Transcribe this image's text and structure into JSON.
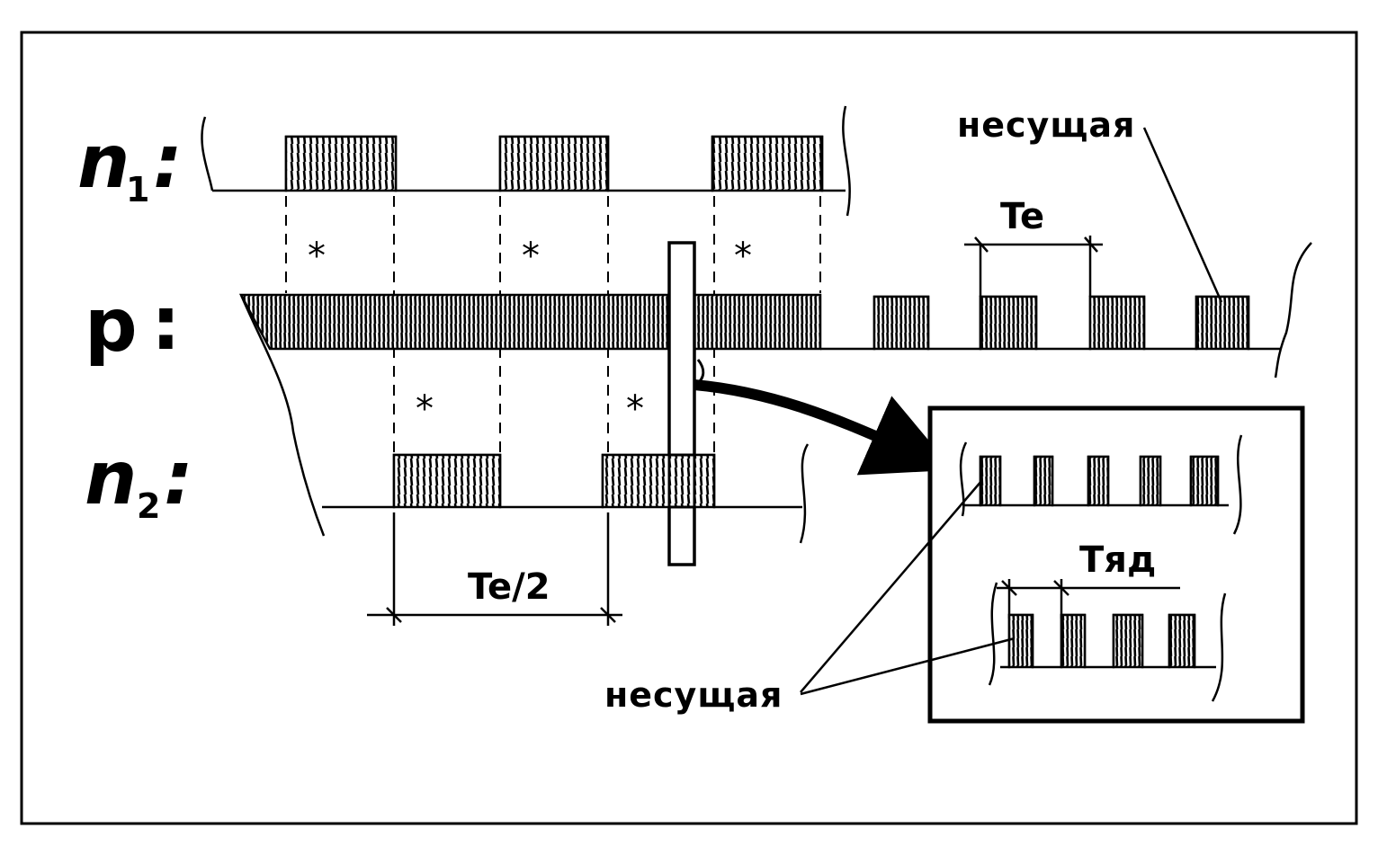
{
  "labels": {
    "n1": "n",
    "n1_sub": "1",
    "n2": "n",
    "n2_sub": "2",
    "p": "p",
    "colon": ":",
    "carrier_top": "несущая",
    "carrier_bottom": "несущая",
    "period_te": "Te",
    "period_te_half": "Te/2",
    "period_tyad": "Тяд",
    "star": "*"
  }
}
